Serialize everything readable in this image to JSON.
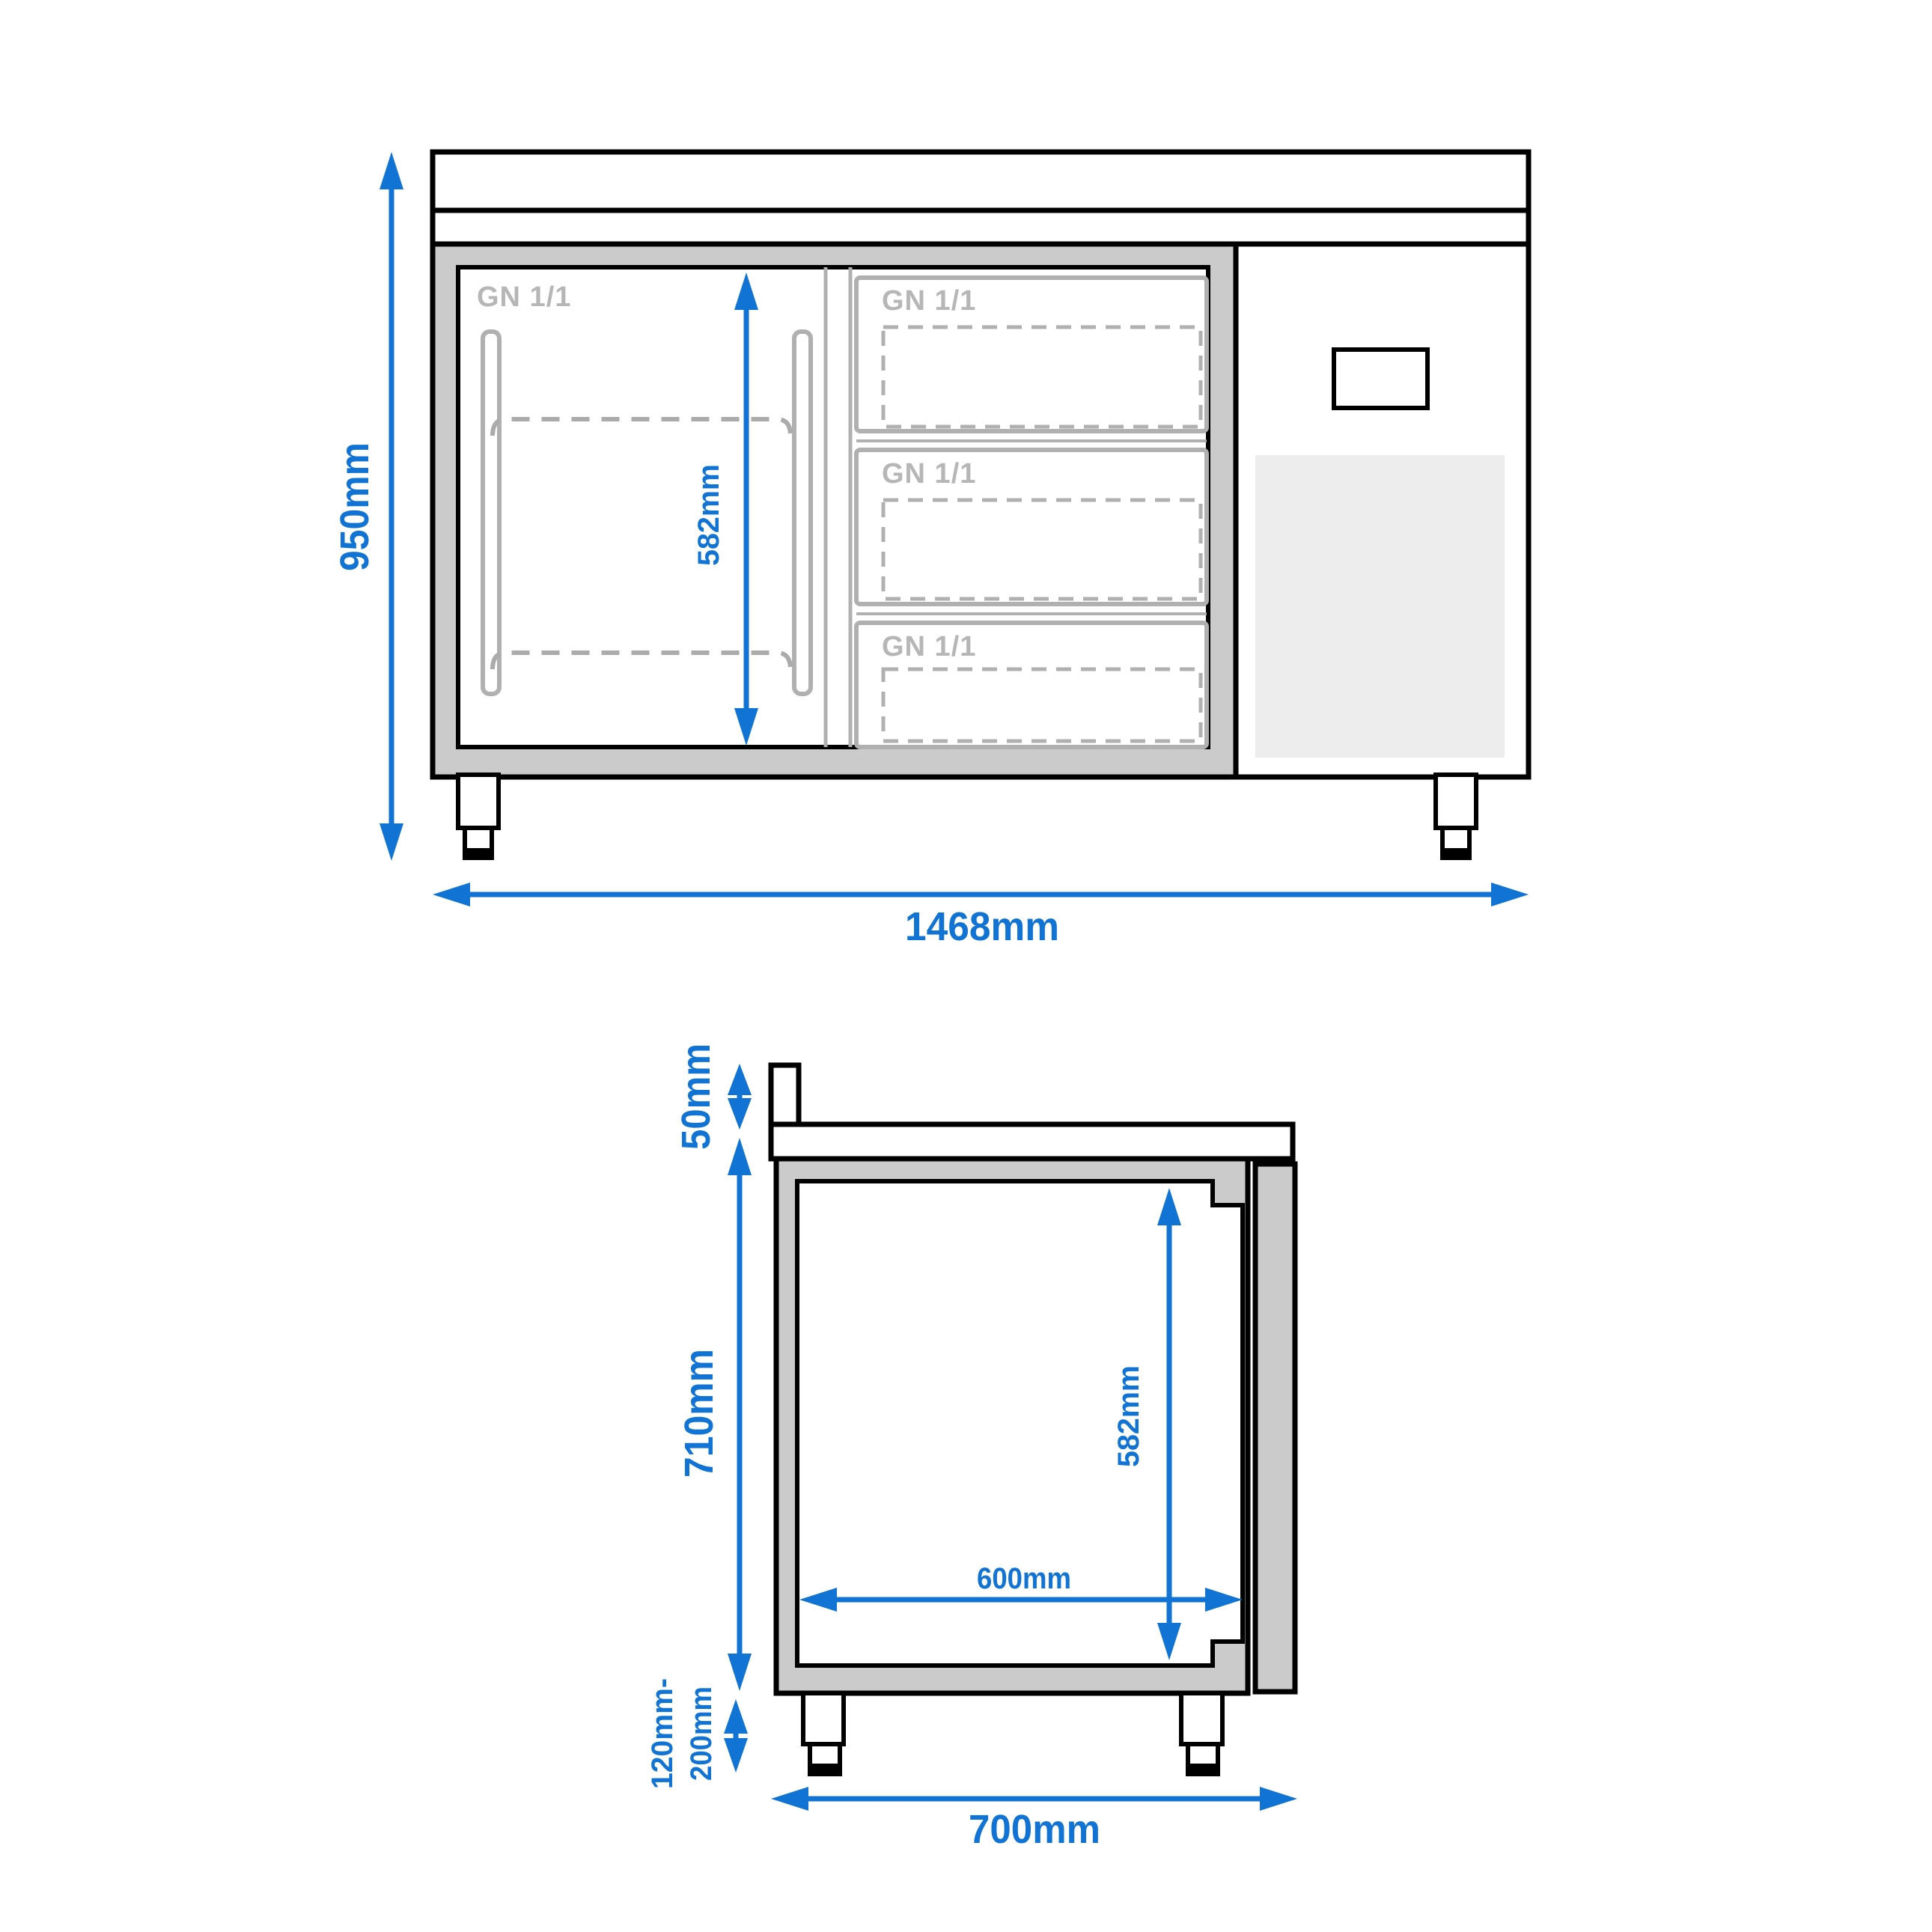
{
  "drawing": {
    "type": "technical-dimension-diagram",
    "colors": {
      "accent_blue": "#1173d4",
      "outline_black": "#000000",
      "body_gray": "#cbcbcb",
      "detail_gray": "#b0b0b0",
      "label_gray": "#b6b6b6",
      "grille_gray": "#ededed"
    },
    "front_view": {
      "height_label": "950mm",
      "width_label": "1468mm",
      "interior_height_label": "582mm",
      "gn_labels": [
        "GN 1/1",
        "GN 1/1",
        "GN 1/1",
        "GN 1/1"
      ]
    },
    "side_view": {
      "upstand_label": "50mm",
      "body_height_label": "710mm",
      "interior_height_label": "582mm",
      "interior_depth_label": "600mm",
      "foot_height_label_line1": "120mm-",
      "foot_height_label_line2": "200mm",
      "depth_label": "700mm"
    }
  }
}
